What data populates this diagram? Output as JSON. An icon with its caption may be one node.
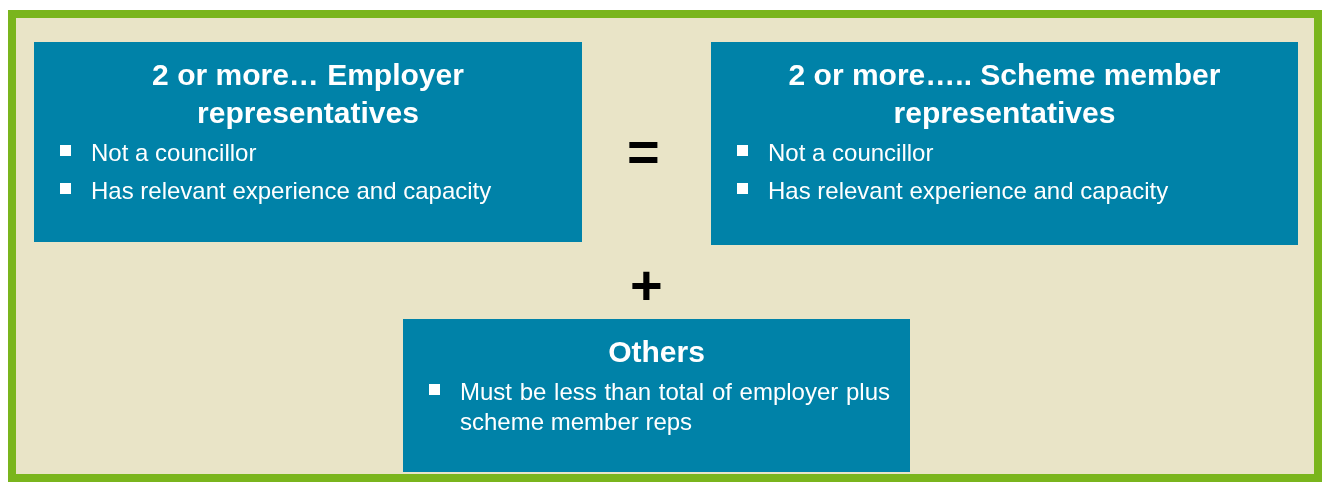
{
  "diagram": {
    "nodes": [
      {
        "text": [
          "2 or more… Employer representatives",
          "Not a councillor",
          "Has relevant experience and capacity"
        ]
      },
      {
        "text": [
          "2 or more….. Scheme member representatives",
          "Not a councillor",
          "Has relevant experience and capacity"
        ]
      },
      {
        "text": [
          "Others",
          "Must be less than total of employer plus scheme member reps"
        ]
      }
    ],
    "labels": [
      "=",
      "+"
    ]
  }
}
